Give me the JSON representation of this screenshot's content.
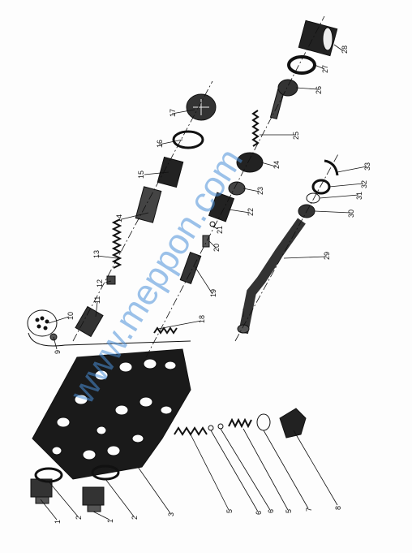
{
  "colors": {
    "ink": "#111111",
    "paper": "#fdfdfd",
    "watermark": "#4a90d9"
  },
  "watermark": "www.meppon.com",
  "callouts": [
    {
      "id": "c1",
      "text": "1"
    },
    {
      "id": "c2",
      "text": "2"
    },
    {
      "id": "c3",
      "text": "1"
    },
    {
      "id": "c4",
      "text": "2"
    },
    {
      "id": "c5",
      "text": "3"
    },
    {
      "id": "c6",
      "text": "5"
    },
    {
      "id": "c7",
      "text": "6"
    },
    {
      "id": "c8",
      "text": "6"
    },
    {
      "id": "c9",
      "text": "5"
    },
    {
      "id": "c10",
      "text": "7"
    },
    {
      "id": "c11",
      "text": "8"
    },
    {
      "id": "c12",
      "text": "9"
    },
    {
      "id": "c13",
      "text": "10"
    },
    {
      "id": "c14",
      "text": "11"
    },
    {
      "id": "c15",
      "text": "12"
    },
    {
      "id": "c16",
      "text": "13"
    },
    {
      "id": "c17",
      "text": "14"
    },
    {
      "id": "c18",
      "text": "15"
    },
    {
      "id": "c19",
      "text": "16"
    },
    {
      "id": "c20",
      "text": "17"
    },
    {
      "id": "c21",
      "text": "18"
    },
    {
      "id": "c22",
      "text": "19"
    },
    {
      "id": "c23",
      "text": "20"
    },
    {
      "id": "c24",
      "text": "21"
    },
    {
      "id": "c25",
      "text": "22"
    },
    {
      "id": "c26",
      "text": "23"
    },
    {
      "id": "c27",
      "text": "24"
    },
    {
      "id": "c28",
      "text": "25"
    },
    {
      "id": "c29",
      "text": "26"
    },
    {
      "id": "c30",
      "text": "27"
    },
    {
      "id": "c31",
      "text": "28"
    },
    {
      "id": "c32",
      "text": "29"
    },
    {
      "id": "c33",
      "text": "30"
    },
    {
      "id": "c34",
      "text": "31"
    },
    {
      "id": "c35",
      "text": "32"
    },
    {
      "id": "c36",
      "text": "33"
    }
  ]
}
